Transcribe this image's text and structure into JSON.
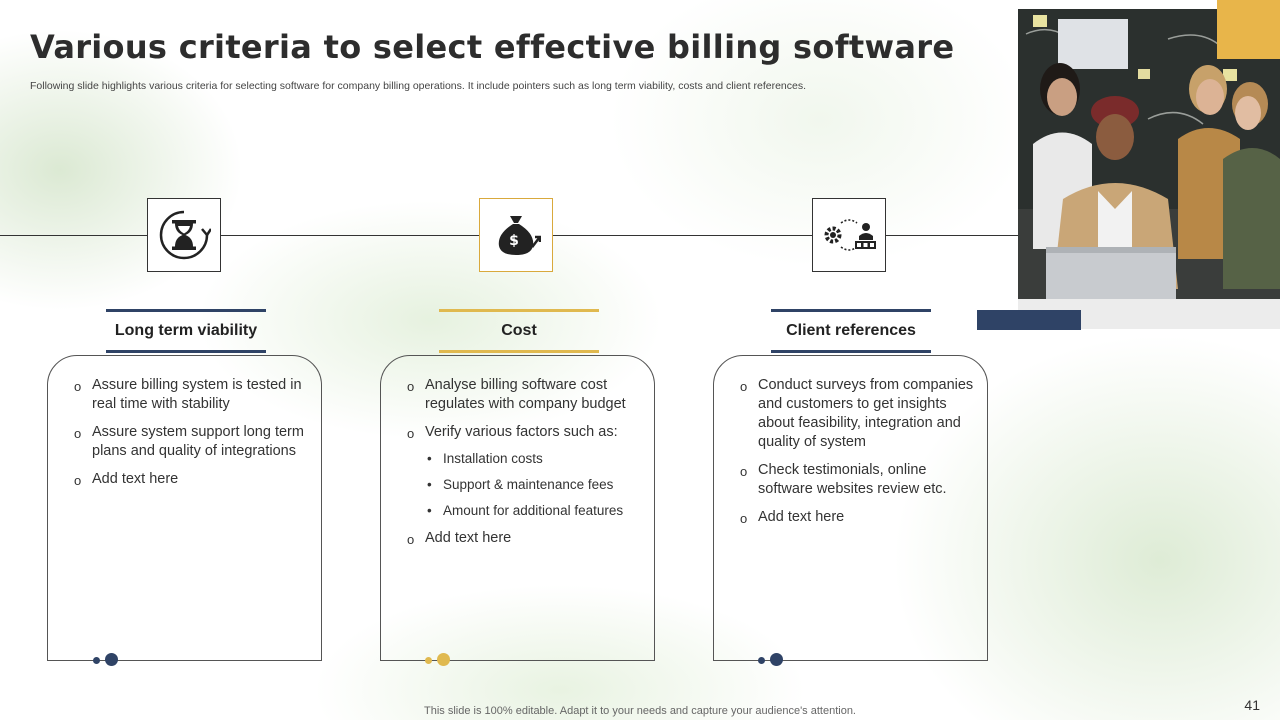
{
  "title": "Various criteria to select effective billing software",
  "subtitle": "Following slide highlights various criteria for selecting software for company billing operations. It include pointers such as long term viability, costs and client references.",
  "colors": {
    "navy": "#2f4366",
    "gold": "#e0b94f",
    "line": "#333333"
  },
  "criteria": [
    {
      "icon": "hourglass-icon",
      "heading": "Long term viability",
      "points": [
        "Assure billing system is tested in real time with stability",
        "Assure system support long term plans and quality of integrations",
        "Add text here"
      ]
    },
    {
      "icon": "money-bag-icon",
      "heading": "Cost",
      "points": [
        "Analyse billing software cost regulates with company budget",
        "Verify various factors such as:",
        "Add text here"
      ],
      "subpoints": [
        "Installation costs",
        "Support & maintenance fees",
        "Amount for additional features"
      ]
    },
    {
      "icon": "gear-network-icon",
      "heading": "Client references",
      "points": [
        "Conduct surveys from companies and customers to get insights about feasibility, integration and quality of system",
        "Check testimonials, online software websites review etc.",
        "Add text here"
      ]
    }
  ],
  "footer": "This slide is 100% editable. Adapt it to your needs and capture your audience's attention.",
  "page_number": "41"
}
